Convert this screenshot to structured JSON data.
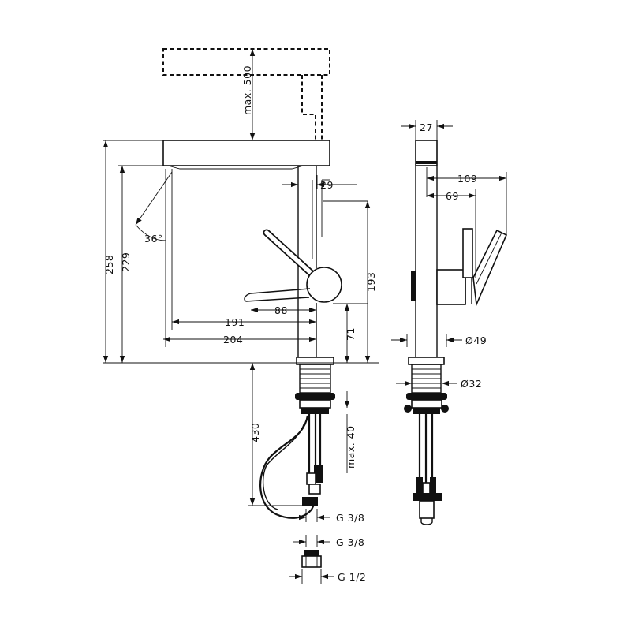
{
  "drawing": {
    "front_view": {
      "dimensions": {
        "max_500": "max. 500",
        "d258": "258",
        "d229": "229",
        "angle": "36°",
        "d29": "29",
        "d193": "193",
        "d88": "88",
        "d191": "191",
        "d204": "204",
        "d71": "71",
        "d430": "430",
        "max_40": "max. 40",
        "thread_g38_a": "G 3/8",
        "thread_g38_b": "G 3/8",
        "thread_g12": "G 1/2"
      }
    },
    "side_view": {
      "dimensions": {
        "d27": "27",
        "d109": "109",
        "d69": "69",
        "dia49": "Ø49",
        "dia32": "Ø32"
      }
    }
  }
}
